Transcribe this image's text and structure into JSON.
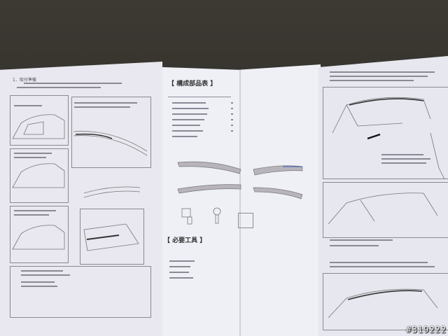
{
  "left_panel": {
    "section_heading": "1．取付準備"
  },
  "middle_panel": {
    "parts_heading": "【 構成部品表 】",
    "tools_heading": "【 必要工具 】"
  },
  "watermark": {
    "id": "#319222"
  },
  "colors": {
    "paper": "#eceef4",
    "ground": "#35322c",
    "ink": "#555555"
  }
}
